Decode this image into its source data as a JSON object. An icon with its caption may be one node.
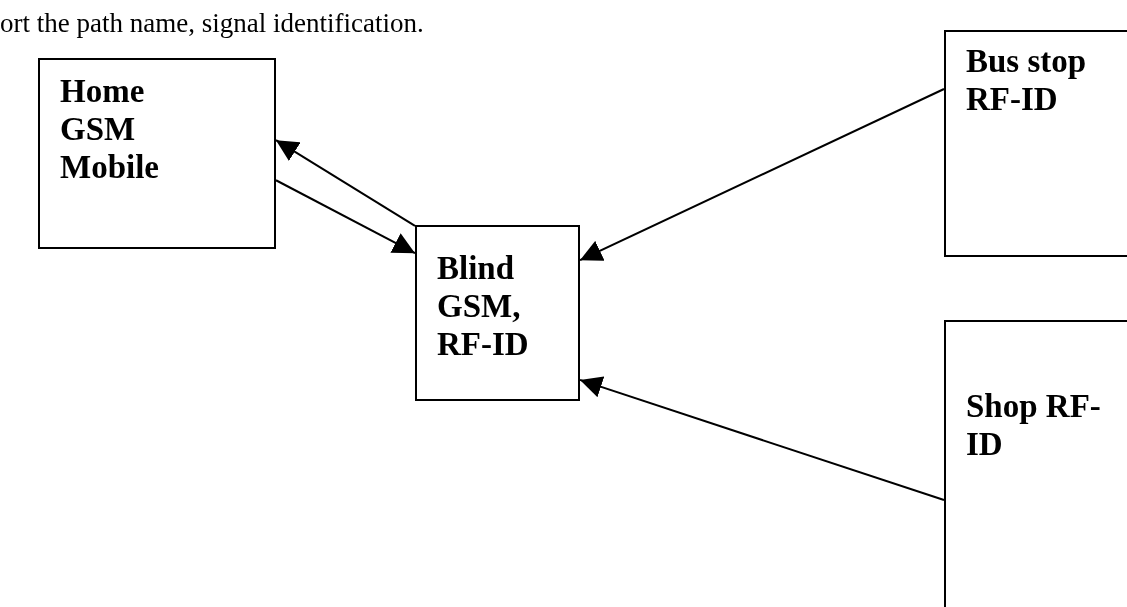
{
  "diagram": {
    "nodes": [
      {
        "text": [
          "Home GSM Mobile"
        ]
      },
      {
        "text": [
          "Bus stop RF-ID"
        ]
      },
      {
        "text": [
          "Blind GSM, RF-ID"
        ]
      },
      {
        "text": [
          "Shop RF-ID"
        ]
      }
    ],
    "edges": [
      {
        "from": 2,
        "to": 0,
        "arrow": "to"
      },
      {
        "from": 0,
        "to": 2,
        "arrow": "to"
      },
      {
        "from": 1,
        "to": 2,
        "arrow": "to"
      },
      {
        "from": 3,
        "to": 2,
        "arrow": "to"
      }
    ],
    "labels": [
      "ort the path name, signal identification."
    ]
  }
}
